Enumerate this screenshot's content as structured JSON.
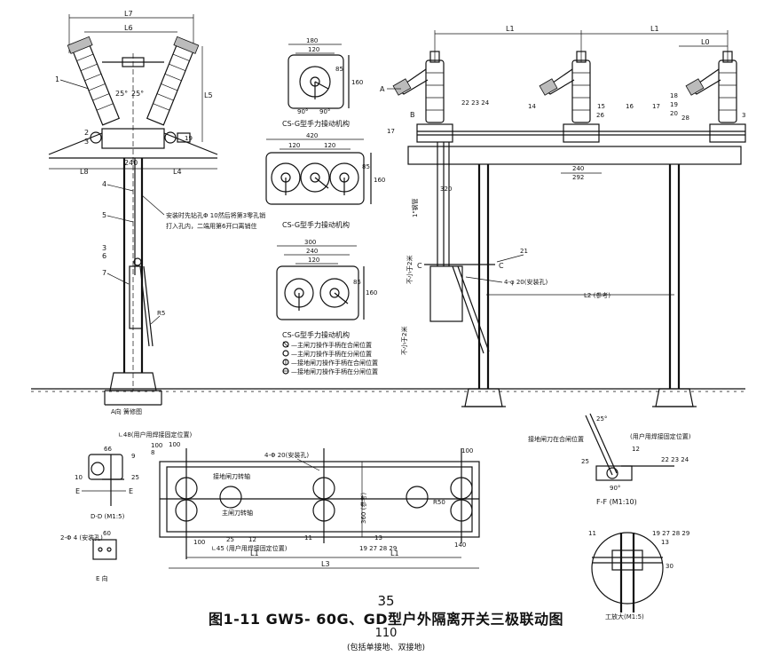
{
  "labels": {
    "L7": "L7",
    "L6": "L6",
    "L5": "L5",
    "L8": "L8",
    "L4": "L4",
    "L1a": "L1",
    "L1b": "L1",
    "L0": "L0",
    "L2": "L2  (参考)",
    "L3": "L3",
    "angle_left": "25°",
    "angle_right": "25°",
    "d240": "240",
    "d19": "19",
    "num1": "1",
    "num2": "2",
    "num3": "3",
    "num4": "4",
    "num5": "5",
    "num6": "6",
    "num7": "7",
    "r5": "R5",
    "install_note_1": "安装时先钻孔Φ 10然后将第3零孔销",
    "install_note_2": "打入孔内，二端用第6开口离销住",
    "a_view": "A向  簧修图",
    "n180": "180",
    "n120a": "120",
    "n85a": "85",
    "n160a": "160",
    "n90a": "90°",
    "n90b": "90°",
    "cs_g_1": "CS-G型手力操动机构",
    "n420": "420",
    "n120b": "120",
    "n120c": "120",
    "n85b": "85",
    "n160b": "160",
    "cs_g_2": "CS-G型手力操动机构",
    "n300": "300",
    "n240a": "240",
    "n120d": "120",
    "n85c": "85",
    "n160c": "160",
    "cs_g_3": "CS-G型手力操动机构",
    "legend_1": "—主闸刀操作手柄在合闸位置",
    "legend_2": "—主闸刀操作手柄在分闸位置",
    "legend_3": "—接地闸刀操作手柄在合闸位置",
    "legend_4": "—接地闸刀操作手柄在分闸位置",
    "r_A": "A",
    "r_B": "B",
    "n17a": "17",
    "n222324a": "22 23 24",
    "n14": "14",
    "n15": "15",
    "n16": "16",
    "n17b": "17",
    "n18": "18",
    "n19": "19",
    "n20": "20",
    "n26": "26",
    "n28": "28",
    "n3r": "3",
    "n240b": "240",
    "n292": "292",
    "n320": "320",
    "pipe": "1\"钢管",
    "n21": "21",
    "c_left": "C",
    "c_right": "C",
    "holes_a": "4-φ 20(安装孔)",
    "not_less_2m_a": "不小于2米",
    "not_less_2m_b": "不小于2米",
    "l48": "∟48(用户用焊接固定位置)",
    "n100a": "100",
    "n8": "8",
    "n9": "9",
    "n25a": "25",
    "n66": "66",
    "n10": "10",
    "e_l": "E",
    "e_r": "E",
    "dd": "D-D (M1:5)",
    "two_phi4": "2-Φ 4 (安装孔)",
    "n60": "60",
    "e_view": "E  向",
    "holes_b": "4-Φ 20(安装孔)",
    "ground_handle": "接地闸刀转轴",
    "main_shaft": "主闸刀转轴",
    "n360": "360 (参考)",
    "r50": "R50",
    "n100b": "100",
    "n25b": "25",
    "n12a": "12",
    "l45": "∟45 (用户用焊接固定位置)",
    "n11a": "11",
    "n13a": "13",
    "n19272829a": "19 27 28 29",
    "n140": "140",
    "L1c": "L1",
    "L1d": "L1",
    "n100c": "100",
    "n100d": "100",
    "ground_closed": "接地闸刀在合闸位置",
    "user_weld": "(用户用焊接固定位置)",
    "n25c": "25°",
    "n12b": "12",
    "n222324b": "22 23 24",
    "n25d": "25",
    "n90c": "90°",
    "ff": "F-F  (M1:10)",
    "n11b": "11",
    "n19272829b": "19 27 28 29",
    "n13b": "13",
    "n30": "30",
    "g_view": "工放大(M1:5)"
  },
  "caption": {
    "page_top": "35",
    "title": "图1-11 GW5- 60G、GD型户外隔离开关三极联动图",
    "page_bottom": "110",
    "subtitle": "(包括单接地、双接地)"
  }
}
